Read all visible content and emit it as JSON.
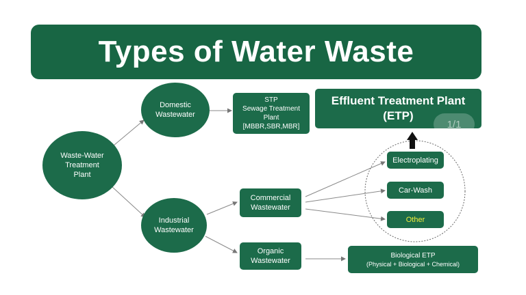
{
  "title": "Types of Water Waste",
  "nodes": {
    "root": "Waste-Water\nTreatment\nPlant",
    "domestic": "Domestic\nWastewater",
    "industrial": "Industrial\nWastewater",
    "stp": "STP\nSewage Treatment\nPlant\n[MBBR,SBR,MBR]",
    "etp": "Effluent Treatment Plant\n(ETP)",
    "commercial": "Commercial\nWastewater",
    "organic": "Organic\nWastewater",
    "electroplating": "Electroplating",
    "car_wash": "Car-Wash",
    "other": "Other",
    "biological_etp": "Biological ETP",
    "biological_etp_detail": "(Physical + Biological + Chemical)"
  },
  "page_indicator": "1/1",
  "colors": {
    "primary_green": "#1c6b4a",
    "title_green": "#186644",
    "highlight_yellow": "#f2ee3c"
  }
}
